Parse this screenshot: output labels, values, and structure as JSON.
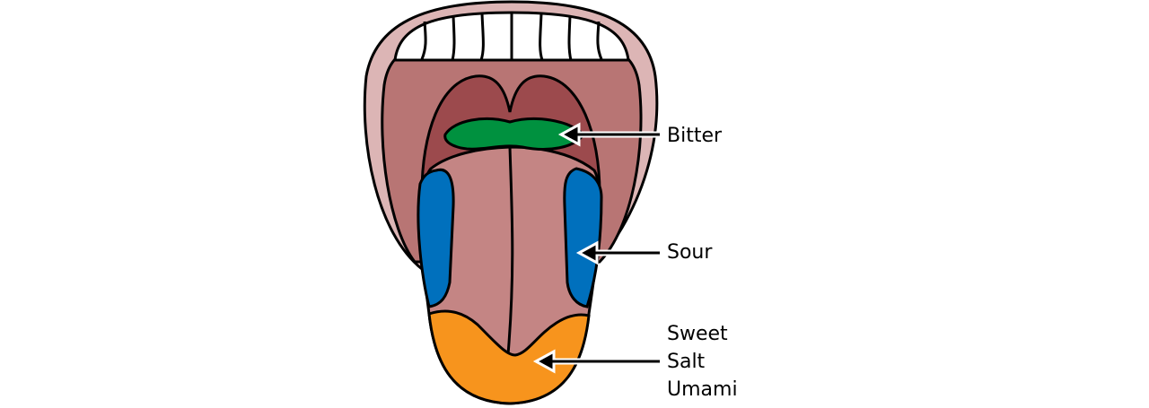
{
  "labels": {
    "bitter": "Bitter",
    "sour": "Sour",
    "sweet_group": [
      "Sweet",
      "Salt",
      "Umami"
    ]
  },
  "colors": {
    "lip": "#dcb5b5",
    "mouth": "#b87574",
    "throat": "#9c4a4d",
    "tongue": "#c48584",
    "teeth": "#ffffff",
    "bitter": "#00913f",
    "sour": "#0070bd",
    "sweet": "#f7941d",
    "outline": "#000000"
  }
}
